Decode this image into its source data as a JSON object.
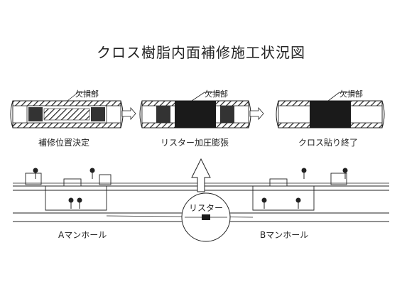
{
  "title": "クロス樹脂内面補修施工状況図",
  "damage_label": "欠損部",
  "step_captions": [
    "補修位置決定",
    "リスター加圧膨張",
    "クロス貼り終了"
  ],
  "lister_label": "リスター",
  "manhole_a": "Aマンホール",
  "manhole_b": "Bマンホール",
  "colors": {
    "line": "#222222",
    "patch": "#1a1a1a",
    "hatch": "#555555"
  }
}
